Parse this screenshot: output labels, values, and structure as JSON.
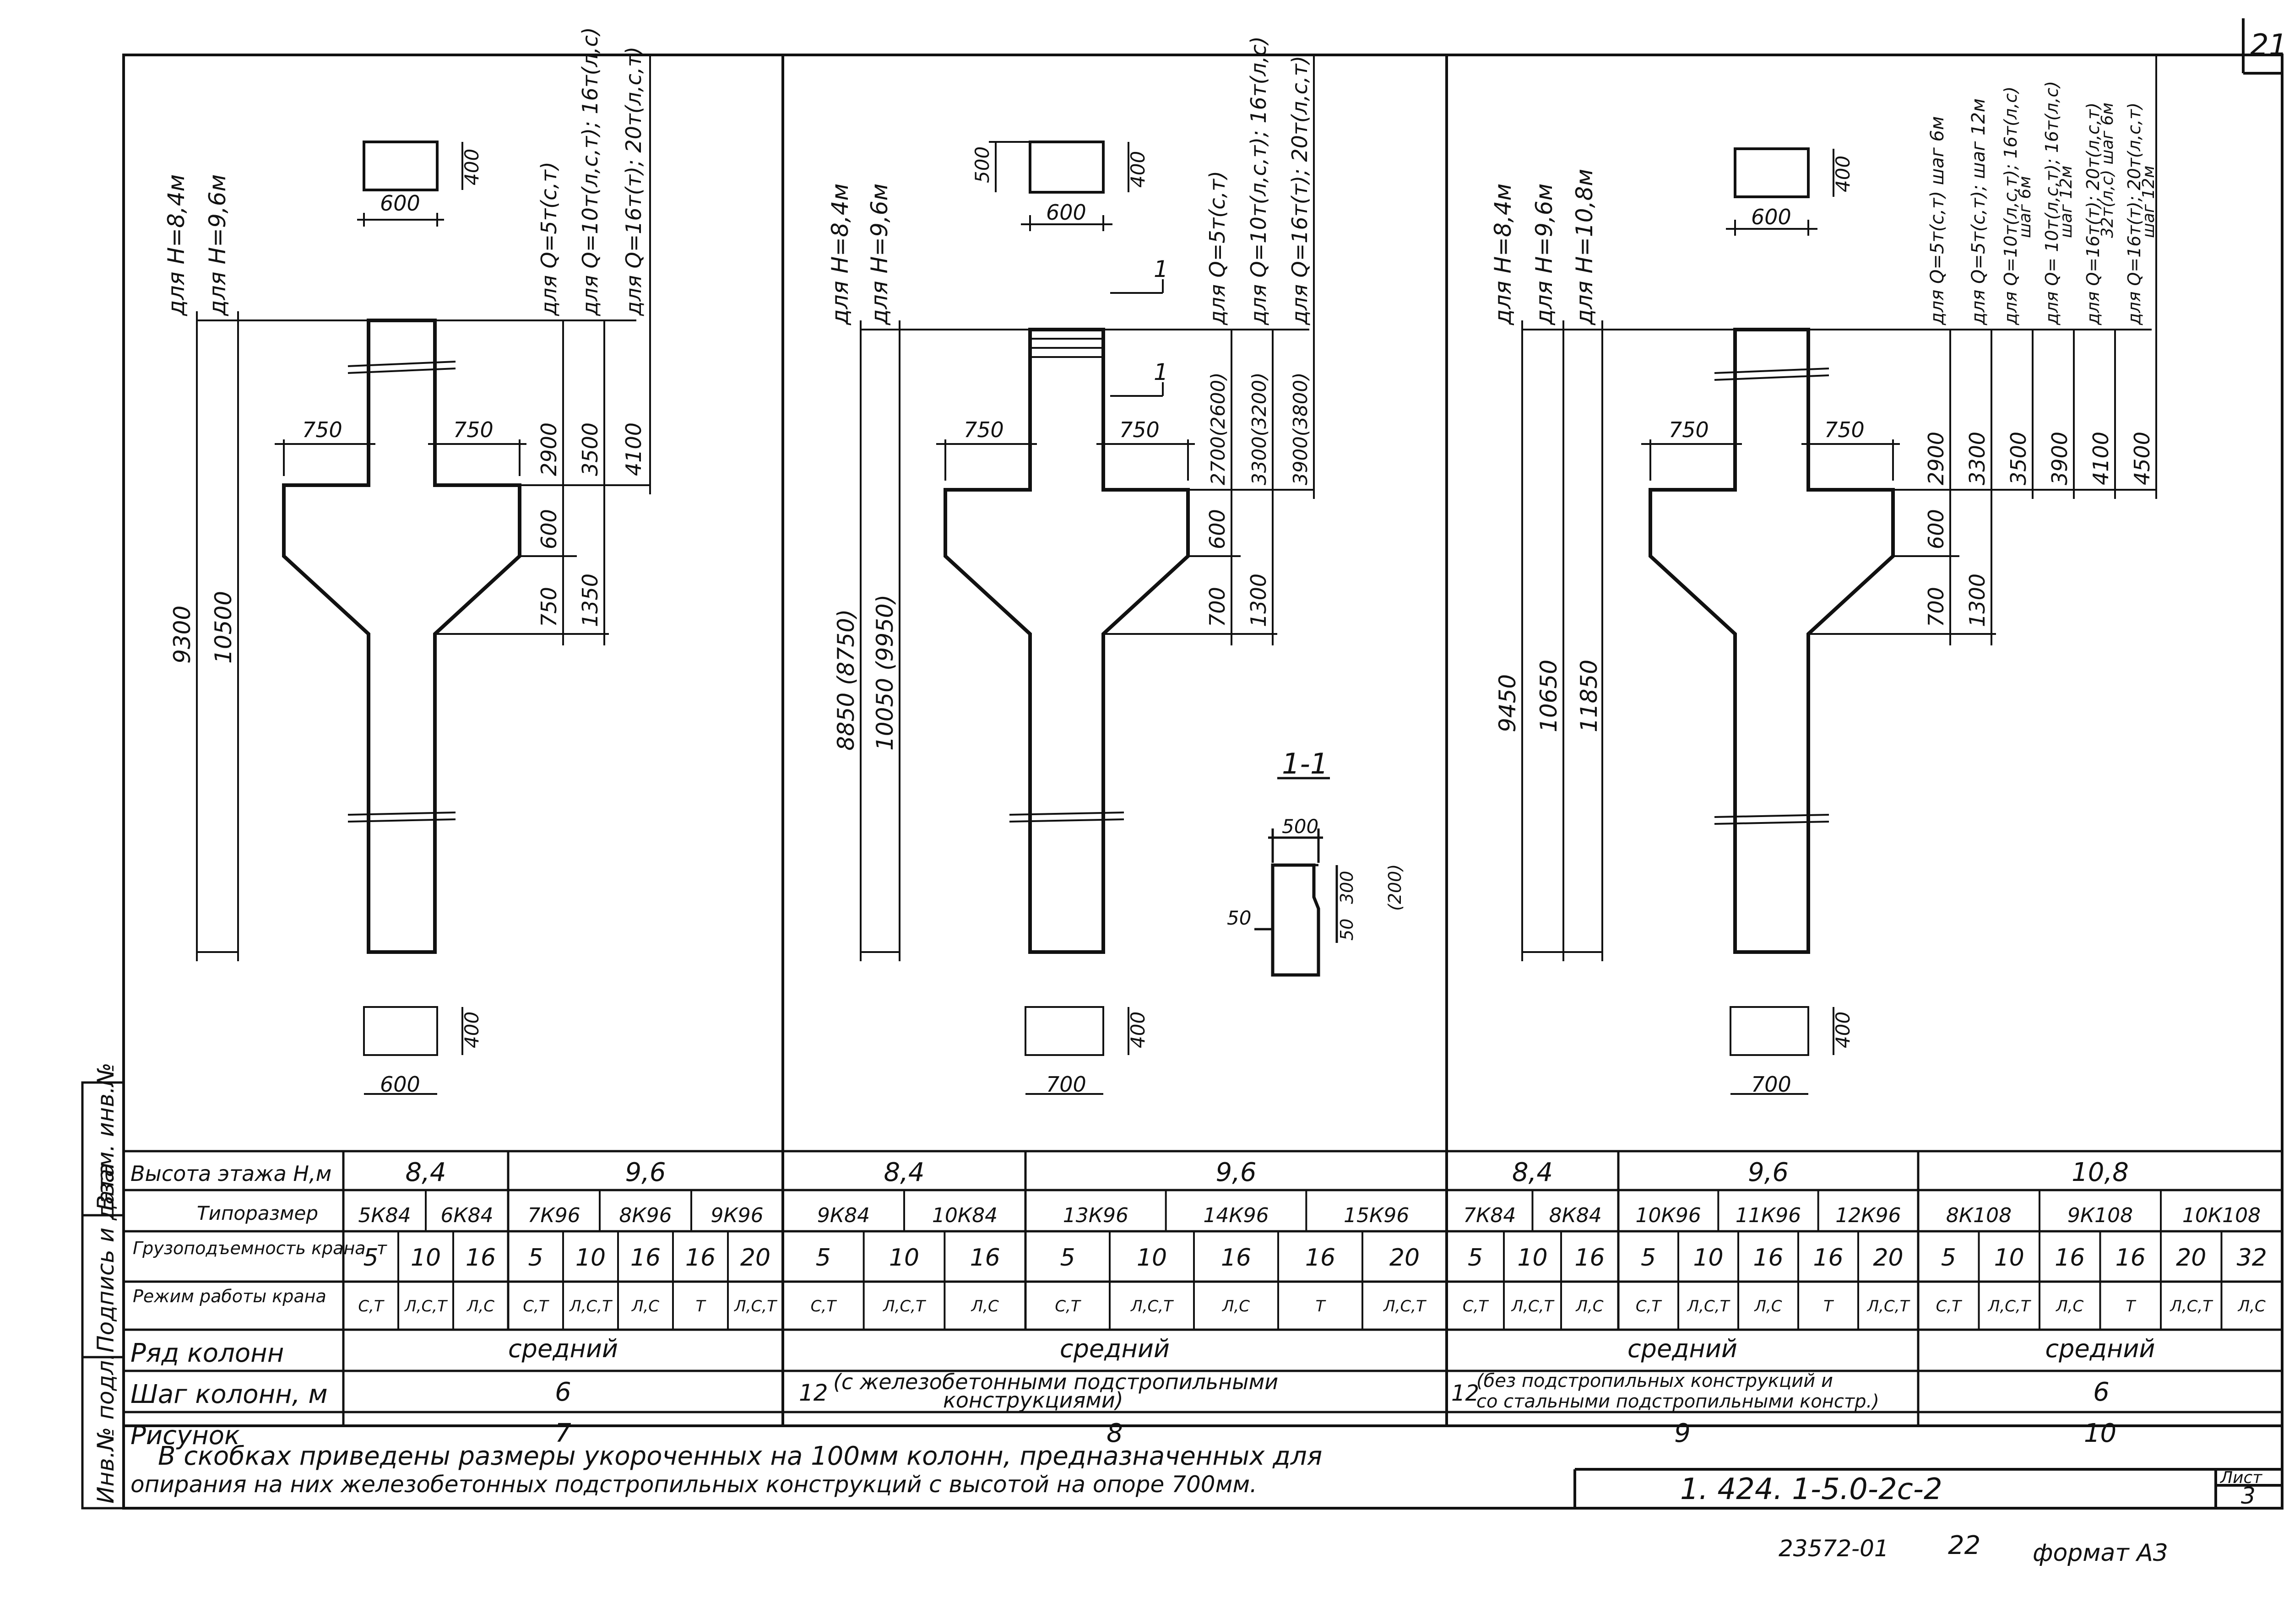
{
  "sheet": {
    "number": "21",
    "sheet_label": "Лист",
    "sheet_no": "3",
    "code": "1. 424. 1-5.0-2с-2",
    "inventory": "23572-01",
    "page": "22",
    "format": "формат А3"
  },
  "side_stamp": [
    "Инв.№ подл.",
    "Подпись и дата",
    "Взам. инв.№"
  ],
  "note": {
    "line1": "В скобках   приведены   размеры   укороченных   на  100мм  колонн,  предназначенных  для",
    "line2": "опирания   на   них   железобетонных   подстропильных  конструкций  с высотой  на  опоре  700мм."
  },
  "figures": {
    "f7": {
      "height_labels": [
        "для Н=8,4м",
        "для Н=9,6м"
      ],
      "load_labels": [
        "для Q=5т(с,т)",
        "для Q=10т(л,с,т); 16т(л,с)",
        "для Q=16т(т); 20т(л,с,т)"
      ],
      "top_w": "600",
      "top_h": "400",
      "bot_w": "600",
      "bot_h": "400",
      "ledge_l": "750",
      "ledge_r": "750",
      "upper": [
        "2900",
        "3500",
        "4100"
      ],
      "console": [
        "600",
        "750",
        "1350"
      ],
      "total": [
        "9300",
        "10500"
      ]
    },
    "f8": {
      "height_labels": [
        "для Н=8,4м",
        "для Н=9,6м"
      ],
      "load_labels": [
        "для Q=5т(с,т)",
        "для Q=10т(л,с,т); 16т(л,с)",
        "для Q=16т(т); 20т(л,с,т)"
      ],
      "top_w": "600",
      "top_h": "400",
      "top_side": "500",
      "bot_w": "700",
      "bot_h": "400",
      "ledge_l": "750",
      "ledge_r": "750",
      "upper": [
        "2700(2600)",
        "3300(3200)",
        "3900(3800)"
      ],
      "console": [
        "600",
        "700",
        "1300"
      ],
      "total": [
        "8850 (8750)",
        "10050 (9950)"
      ],
      "cut_mark": "1"
    },
    "f9": {
      "height_labels": [
        "для Н=8,4м",
        "для Н=9,6м",
        "для Н=10,8м"
      ],
      "load_labels": [
        "для Q=5т(с,т) шаг 6м",
        "для Q=5т(с,т); шаг 12м",
        "для Q=10т(л,с,т); 16т(л,с)",
        "шаг 6м",
        "для Q= 10т(л,с,т); 16т(л,с)",
        "шаг 12м",
        "для Q=16т(т); 20т(л,с,т)",
        "32т(л,с) шаг 6м",
        "для Q=16т(т); 20т(л,с,т)",
        "шаг 12м"
      ],
      "top_w": "600",
      "top_h": "400",
      "bot_w": "700",
      "bot_h": "400",
      "ledge_l": "750",
      "ledge_r": "750",
      "upper": [
        "2900",
        "3300",
        "3500",
        "3900",
        "4100",
        "4500"
      ],
      "console": [
        "600",
        "700",
        "1300"
      ],
      "total": [
        "9450",
        "10650",
        "11850"
      ]
    },
    "section": {
      "title": "1-1",
      "w": "500",
      "d1": "300",
      "d1b": "(200)",
      "d2": "50",
      "left": "50"
    }
  },
  "table": {
    "row_labels": [
      "Высота этажа Н,м",
      "Типоразмер",
      "Грузоподъемность крана, т",
      "Режим работы крана",
      "Ряд колонн",
      "Шаг колонн, м",
      "Рисунок"
    ],
    "heights": [
      {
        "label": "8,4"
      },
      {
        "label": "9,6"
      },
      {
        "label": "8,4"
      },
      {
        "label": "9,6"
      },
      {
        "label": "8,4"
      },
      {
        "label": "9,6"
      },
      {
        "label": "10,8"
      }
    ],
    "types": [
      "5К84",
      "6К84",
      "7К96",
      "8К96",
      "9К96",
      "9К84",
      "10К84",
      "13К96",
      "14К96",
      "15К96",
      "7К84",
      "8К84",
      "10К96",
      "11К96",
      "12К96",
      "8К108",
      "9К108",
      "10К108"
    ],
    "capacity": [
      "5",
      "10",
      "16",
      "5",
      "10",
      "16",
      "16",
      "20",
      "5",
      "10",
      "16",
      "5",
      "10",
      "16",
      "16",
      "20",
      "5",
      "10",
      "16",
      "5",
      "10",
      "16",
      "16",
      "20",
      "5",
      "10",
      "16",
      "16",
      "20",
      "32"
    ],
    "mode": [
      "С,Т",
      "Л,С,Т",
      "Л,С",
      "С,Т",
      "Л,С,Т",
      "Л,С",
      "Т",
      "Л,С,Т",
      "С,Т",
      "Л,С,Т",
      "Л,С",
      "С,Т",
      "Л,С,Т",
      "Л,С",
      "Т",
      "Л,С,Т",
      "С,Т",
      "Л,С,Т",
      "Л,С",
      "С,Т",
      "Л,С,Т",
      "Л,С",
      "Т",
      "Л,С,Т",
      "С,Т",
      "Л,С,Т",
      "Л,С",
      "Т",
      "Л,С,Т",
      "Л,С"
    ],
    "row_series": [
      "средний",
      "средний",
      "средний",
      "средний"
    ],
    "step": [
      "6",
      "12",
      "(с  железобетонными   подстропильными",
      "конструкциями)",
      "12",
      "(без  подстропильных  конструкций   и",
      "со  стальными  подстропильными  констр.)",
      "6"
    ],
    "figure": [
      "7",
      "8",
      "9",
      "10"
    ]
  }
}
